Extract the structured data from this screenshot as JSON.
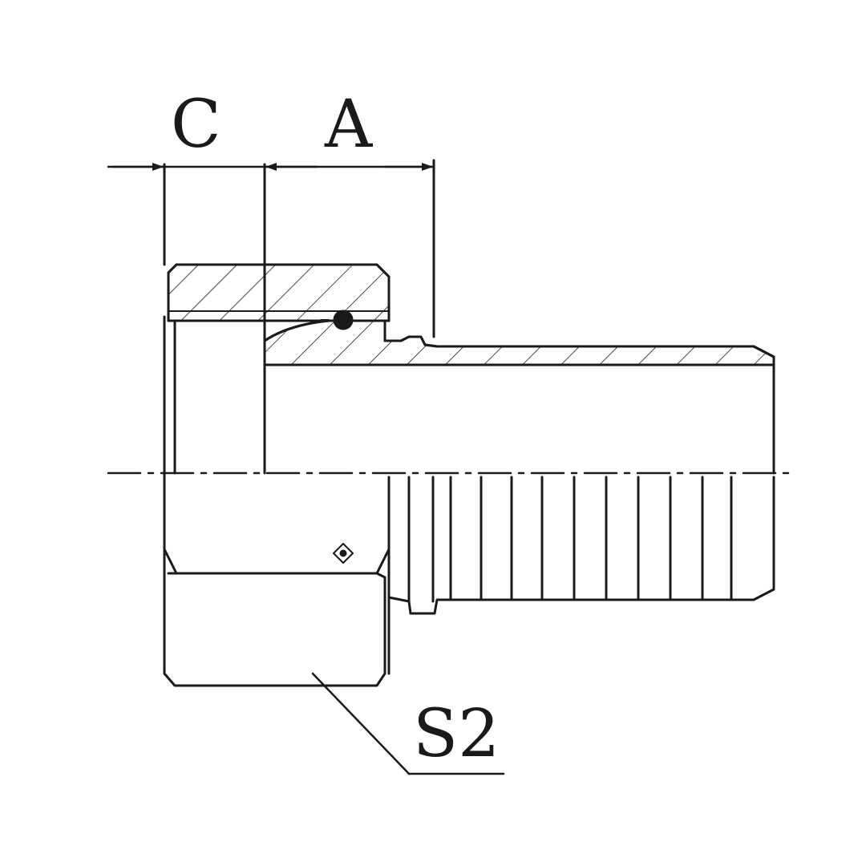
{
  "drawing": {
    "type": "hose fitting technical drawing",
    "line_color": "#1a1a1a",
    "background": "#ffffff"
  },
  "dimensions": {
    "c_label": "C",
    "a_label": "A"
  },
  "callout": {
    "s2_label": "S2"
  }
}
